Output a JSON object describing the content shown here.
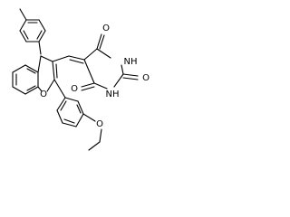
{
  "figure": {
    "kind": "chemical-structure",
    "background": "#ffffff",
    "ink": "#000000"
  },
  "atom_labels": {
    "O_ring": "O",
    "O_top": "O",
    "NH_right": "NH",
    "O_right": "O",
    "NH_lower": "NH",
    "O_left": "O",
    "O_ether": "O"
  }
}
